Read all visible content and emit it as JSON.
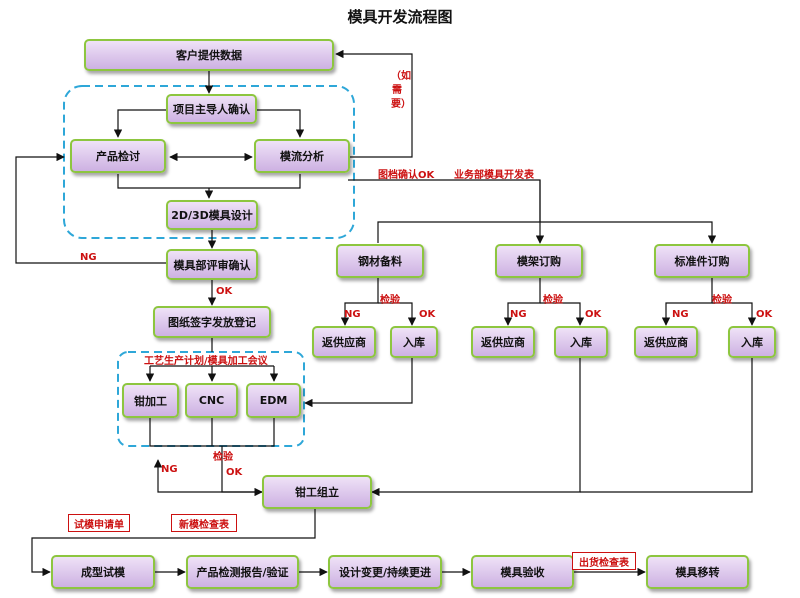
{
  "title": "模具开发流程图",
  "nodes": {
    "customer_data": "客户提供数据",
    "project_lead_confirm": "项目主导人确认",
    "product_review": "产品检讨",
    "mold_flow_analysis": "模流分析",
    "design_2d3d": "2D/3D模具设计",
    "mold_dept_review": "模具部评审确认",
    "drawing_signoff": "图纸签字发放登记",
    "fitter_work": "钳加工",
    "cnc": "CNC",
    "edm": "EDM",
    "fitter_assembly": "钳工组立",
    "steel_prep": "钢材备料",
    "frame_order": "模架订购",
    "standard_parts_order": "标准件订购",
    "return_supplier_1": "返供应商",
    "storage_1": "入库",
    "return_supplier_2": "返供应商",
    "storage_2": "入库",
    "return_supplier_3": "返供应商",
    "storage_3": "入库",
    "molding_trial": "成型试模",
    "product_test_report": "产品检测报告/验证",
    "design_change": "设计变更/持续更进",
    "mold_acceptance": "模具验收",
    "mold_transfer": "模具移转"
  },
  "labels": {
    "if_needed": "（如需要）",
    "drawing_ok": "图档确认OK",
    "business_dev": "业务部模具开发表",
    "ng": "NG",
    "ok": "OK",
    "inspect": "检验",
    "process_plan": "工艺生产计划/模具加工会议",
    "trial_application": "试模申请单",
    "new_mold_check": "新模检查表",
    "shipment_check": "出货检查表"
  }
}
